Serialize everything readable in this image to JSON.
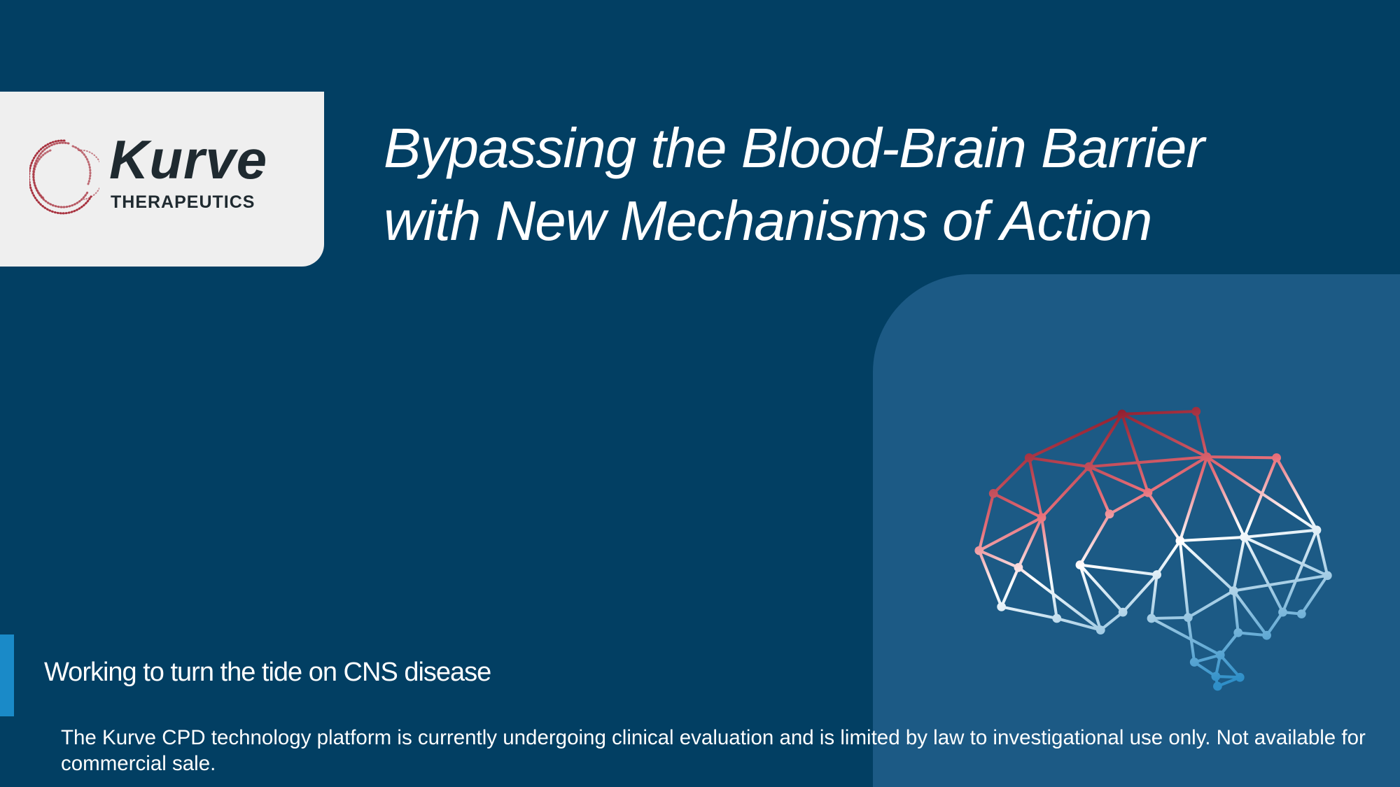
{
  "logo": {
    "name": "Kurve",
    "subtitle": "THERAPEUTICS"
  },
  "title": {
    "line1": "Bypassing the Blood-Brain Barrier",
    "line2": "with New Mechanisms of Action"
  },
  "tagline": "Working to turn the tide on CNS disease",
  "disclaimer": "The Kurve CPD technology platform is currently undergoing clinical evaluation and is limited by law to investigational use only. Not available for commercial sale.",
  "colors": {
    "background": "#023f63",
    "panel": "#1c5a85",
    "accent": "#1a8ac8",
    "brain_top": "#8b1a2b",
    "brain_mid": "#ffffff",
    "brain_bottom": "#2f8fc8"
  }
}
